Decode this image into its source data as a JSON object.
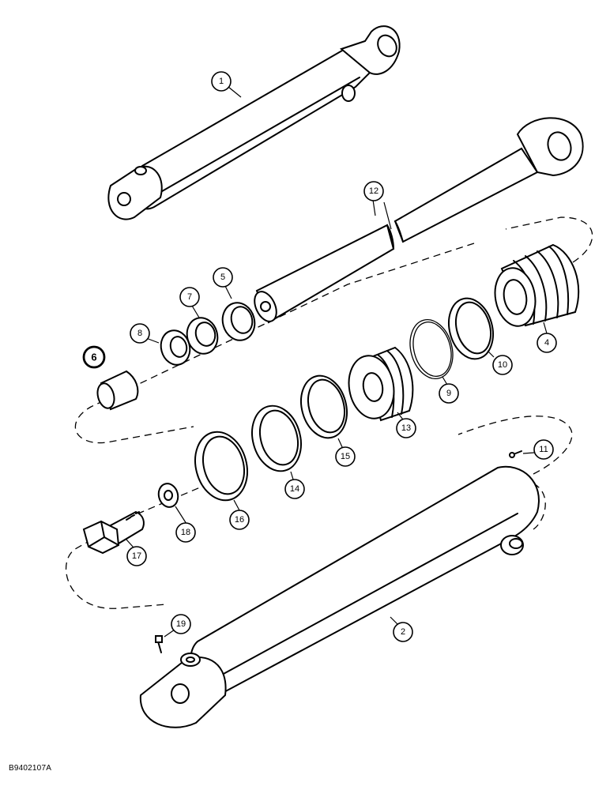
{
  "diagram": {
    "callouts": [
      "1",
      "2",
      "4",
      "5",
      "6",
      "7",
      "8",
      "9",
      "10",
      "11",
      "12",
      "13",
      "14",
      "15",
      "16",
      "17",
      "18",
      "19"
    ],
    "reference_code": "B9402107A"
  }
}
